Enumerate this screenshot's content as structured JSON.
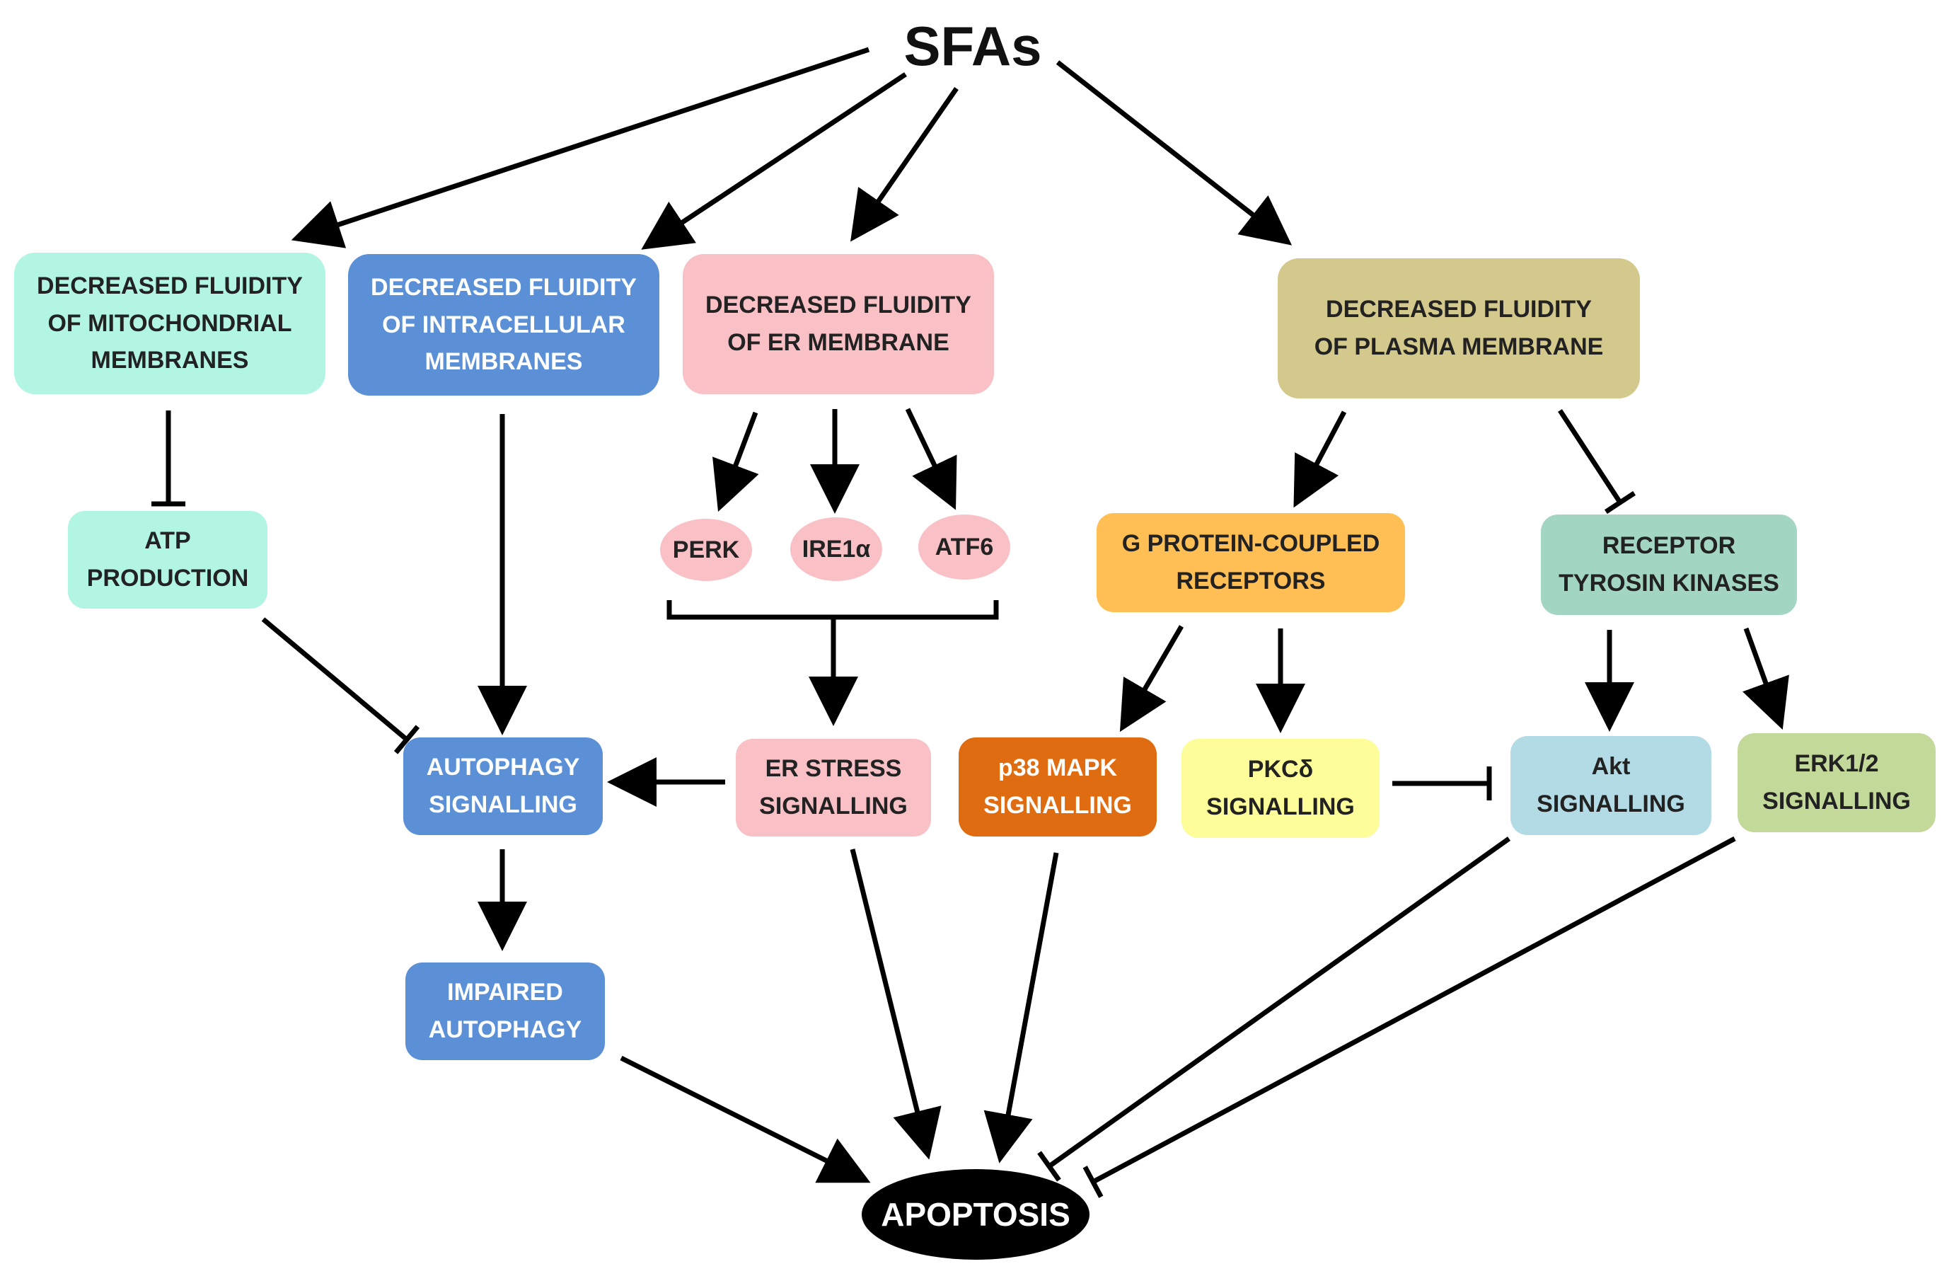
{
  "title": "SFAs",
  "nodes": {
    "mito": {
      "line1": "DECREASED  FLUIDITY",
      "line2": "OF MITOCHONDRIAL",
      "line3": "MEMBRANES",
      "color": "#b2f5e3"
    },
    "intracellular": {
      "line1": "DECREASED  FLUIDITY",
      "line2": "OF INTRACELLULAR",
      "line3": "MEMBRANES",
      "color": "#5b8fd6"
    },
    "er": {
      "line1": "DECREASED  FLUIDITY",
      "line2": "OF ER MEMBRANE",
      "color": "#f9c0c6"
    },
    "plasma": {
      "line1": "DECREASED  FLUIDITY",
      "line2": "OF PLASMA MEMBRANE",
      "color": "#d4c98c"
    },
    "atp": {
      "line1": "ATP",
      "line2": "PRODUCTION",
      "color": "#b2f5e3"
    },
    "perk": {
      "label": "PERK",
      "color": "#f9c0c6"
    },
    "ire1a": {
      "label": "IRE1α",
      "color": "#f9c0c6"
    },
    "atf6": {
      "label": "ATF6",
      "color": "#f9c0c6"
    },
    "gpcr": {
      "line1": "G PROTEIN-COUPLED",
      "line2": "RECEPTORS",
      "color": "#ffbf55"
    },
    "rtk": {
      "line1": "RECEPTOR",
      "line2": "TYROSIN  KINASES",
      "color": "#a3d6c2"
    },
    "autophagy": {
      "line1": "AUTOPHAGY",
      "line2": "SIGNALLING",
      "color": "#5b8fd6"
    },
    "er_stress": {
      "line1": "ER STRESS",
      "line2": "SIGNALLING",
      "color": "#f9c0c6"
    },
    "p38": {
      "line1": "p38 MAPK",
      "line2": "SIGNALLING",
      "color": "#e06c12"
    },
    "pkc": {
      "line1": "PKCδ",
      "line2": "SIGNALLING",
      "color": "#fdfd99"
    },
    "akt": {
      "line1": "Akt",
      "line2": "SIGNALLING",
      "color": "#b3dbe6"
    },
    "erk": {
      "line1": "ERK1/2",
      "line2": "SIGNALLING",
      "color": "#c3d99a"
    },
    "impaired": {
      "line1": "IMPAIRED",
      "line2": "AUTOPHAGY",
      "color": "#5b8fd6"
    },
    "apoptosis": {
      "label": "APOPTOSIS",
      "color": "#000000"
    }
  }
}
